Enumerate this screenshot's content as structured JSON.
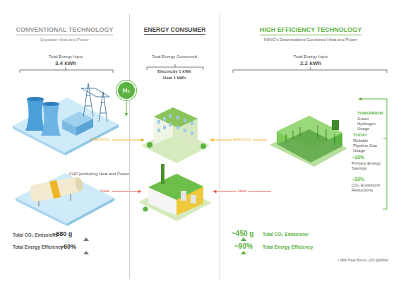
{
  "diagram": {
    "nodes": [
      {
        "text": [
          "CONVENTIONAL TECHNOLOGY",
          "Separate Heat and Power"
        ]
      },
      {
        "text": [
          "ENERGY CONSUMER"
        ]
      },
      {
        "text": [
          "HIGH EFFICIENCY TECHNOLOGY",
          "INNIO's Decentralized Combined Heat and Power"
        ]
      },
      {
        "text": [
          "H₂"
        ],
        "in": 2
      },
      {
        "text": [
          "CHP producing Heat and Power"
        ],
        "in": 2
      }
    ],
    "edges": [
      {
        "from": 3,
        "to": 4,
        "arrow": "to"
      }
    ],
    "labels": [
      "Total Energy Input",
      "3.4 kWh",
      "Electricity",
      "Heat",
      "Total CO₂ Emissions",
      "~680 g",
      "Total Energy Efficiency",
      "~60%",
      "Total Energy Consumed",
      "Electricity 1 kWh",
      "Heat 1 kWh",
      "Total Energy Input",
      "2.2 kWh",
      "Electricity",
      "Heat",
      "TOMORROW",
      "Green Hydrogen Usage",
      "TODAY",
      "Reliable Pipeline Gas Usage",
      "~33%",
      "Primary Energy Savings",
      "~33%",
      "CO₂ Emissions Reductions",
      "~450 g",
      "Total CO₂ Emissions¹",
      "~90%",
      "Total Energy Efficiency",
      "¹ With Heat Bonus -225 g/kWhel"
    ]
  }
}
